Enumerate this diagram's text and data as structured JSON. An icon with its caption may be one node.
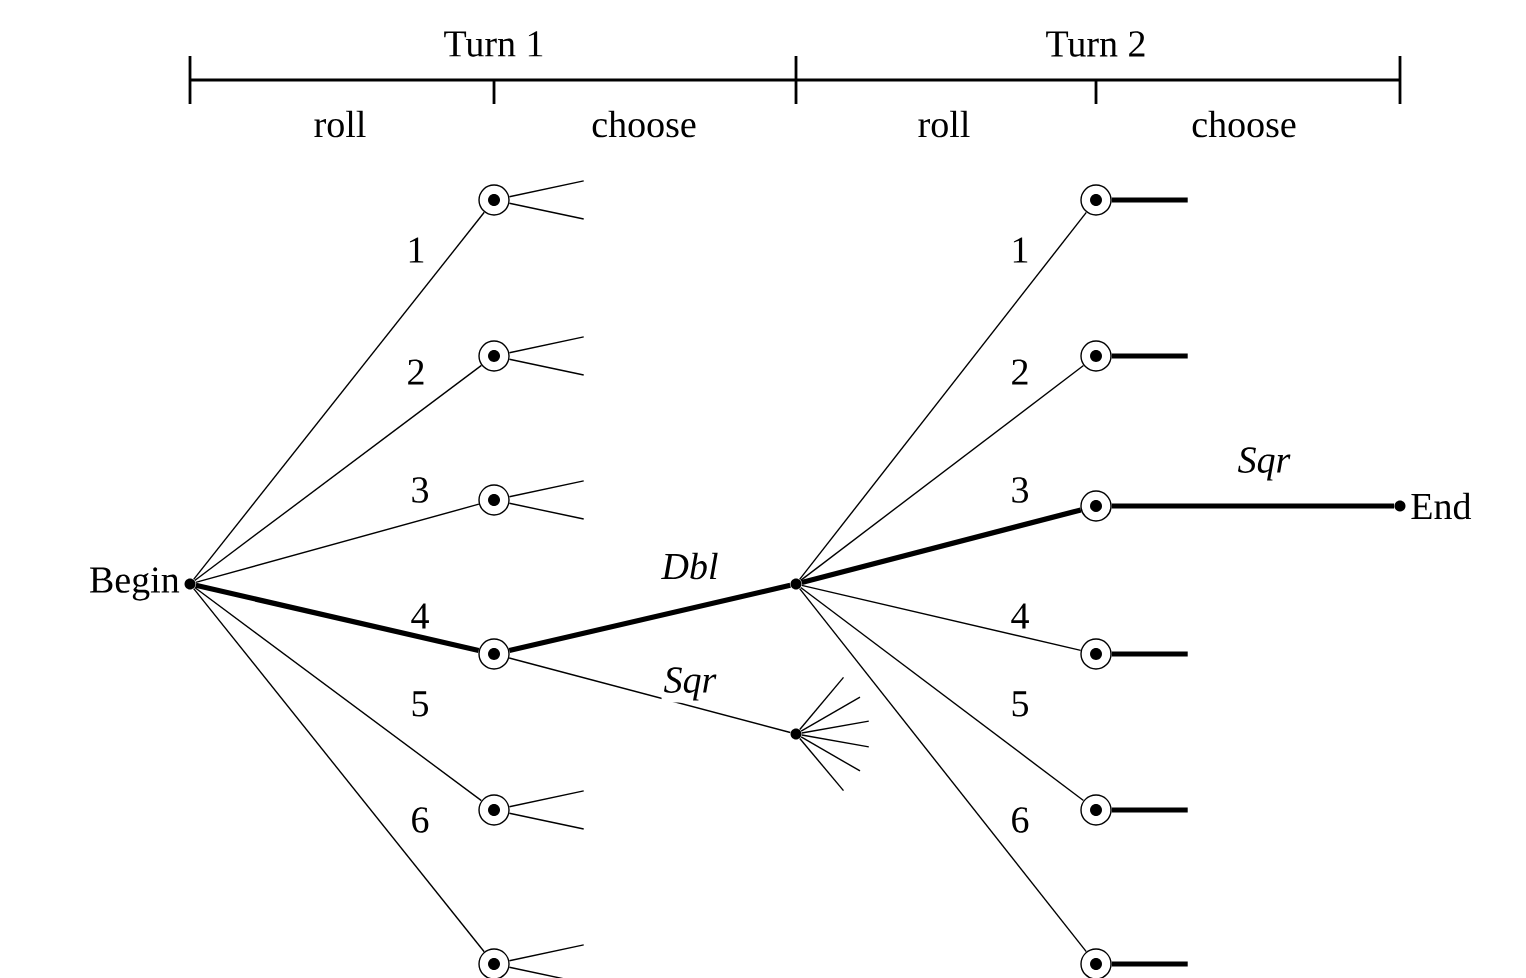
{
  "diagram": {
    "nodes": [
      {
        "text": [],
        "shape": "circle",
        "beside": [
          "Begin"
        ]
      },
      {
        "text": [],
        "shape": "circle"
      },
      {
        "text": [],
        "shape": "circle"
      },
      {
        "text": [],
        "shape": "circle"
      },
      {
        "text": [],
        "shape": "circle"
      },
      {
        "text": [],
        "shape": "circle"
      },
      {
        "text": [],
        "shape": "circle"
      },
      {
        "text": [],
        "shape": "circle"
      },
      {
        "text": [],
        "shape": "circle"
      },
      {
        "text": [],
        "shape": "circle"
      },
      {
        "text": [],
        "shape": "circle"
      },
      {
        "text": [],
        "shape": "circle"
      },
      {
        "text": [],
        "shape": "circle"
      },
      {
        "text": [],
        "shape": "circle"
      },
      {
        "text": [],
        "shape": "circle"
      },
      {
        "text": [],
        "shape": "circle",
        "beside": [
          "End"
        ]
      }
    ],
    "edges": [
      {
        "from": 0,
        "to": 1,
        "arrow": "none",
        "label": "1"
      },
      {
        "from": 0,
        "to": 2,
        "arrow": "none",
        "label": "2"
      },
      {
        "from": 0,
        "to": 3,
        "arrow": "none",
        "label": "3"
      },
      {
        "from": 0,
        "to": 4,
        "arrow": "none",
        "label": "4",
        "style": "thick"
      },
      {
        "from": 0,
        "to": 5,
        "arrow": "none",
        "label": "5"
      },
      {
        "from": 0,
        "to": 6,
        "arrow": "none",
        "label": "6"
      },
      {
        "from": 4,
        "to": 7,
        "arrow": "none",
        "label": "*Dbl*",
        "style": "thick"
      },
      {
        "from": 4,
        "to": 8,
        "arrow": "none",
        "label": "*Sqr*"
      },
      {
        "from": 7,
        "to": 9,
        "arrow": "none",
        "label": "1"
      },
      {
        "from": 7,
        "to": 10,
        "arrow": "none",
        "label": "2"
      },
      {
        "from": 7,
        "to": 11,
        "arrow": "none",
        "label": "3",
        "style": "thick"
      },
      {
        "from": 7,
        "to": 12,
        "arrow": "none",
        "label": "4"
      },
      {
        "from": 7,
        "to": 13,
        "arrow": "none",
        "label": "5"
      },
      {
        "from": 7,
        "to": 14,
        "arrow": "none",
        "label": "6"
      },
      {
        "from": 11,
        "to": 15,
        "arrow": "none",
        "label": "*Sqr*",
        "style": "thick"
      },
      {
        "from": 1,
        "to": null,
        "arrow": "none"
      },
      {
        "from": 1,
        "to": null,
        "arrow": "none"
      },
      {
        "from": 2,
        "to": null,
        "arrow": "none"
      },
      {
        "from": 2,
        "to": null,
        "arrow": "none"
      },
      {
        "from": 3,
        "to": null,
        "arrow": "none"
      },
      {
        "from": 3,
        "to": null,
        "arrow": "none"
      },
      {
        "from": 5,
        "to": null,
        "arrow": "none"
      },
      {
        "from": 5,
        "to": null,
        "arrow": "none"
      },
      {
        "from": 6,
        "to": null,
        "arrow": "none"
      },
      {
        "from": 6,
        "to": null,
        "arrow": "none"
      },
      {
        "from": 8,
        "to": null,
        "arrow": "none"
      },
      {
        "from": 8,
        "to": null,
        "arrow": "none"
      },
      {
        "from": 8,
        "to": null,
        "arrow": "none"
      },
      {
        "from": 8,
        "to": null,
        "arrow": "none"
      },
      {
        "from": 8,
        "to": null,
        "arrow": "none"
      },
      {
        "from": 8,
        "to": null,
        "arrow": "none"
      },
      {
        "from": 9,
        "to": null,
        "arrow": "none",
        "style": "thick"
      },
      {
        "from": 10,
        "to": null,
        "arrow": "none",
        "style": "thick"
      },
      {
        "from": 12,
        "to": null,
        "arrow": "none",
        "style": "thick"
      },
      {
        "from": 13,
        "to": null,
        "arrow": "none",
        "style": "thick"
      },
      {
        "from": 14,
        "to": null,
        "arrow": "none",
        "style": "thick"
      }
    ],
    "labels": [
      "Turn 1",
      "Turn 2",
      "roll",
      "choose",
      "roll",
      "choose"
    ]
  }
}
